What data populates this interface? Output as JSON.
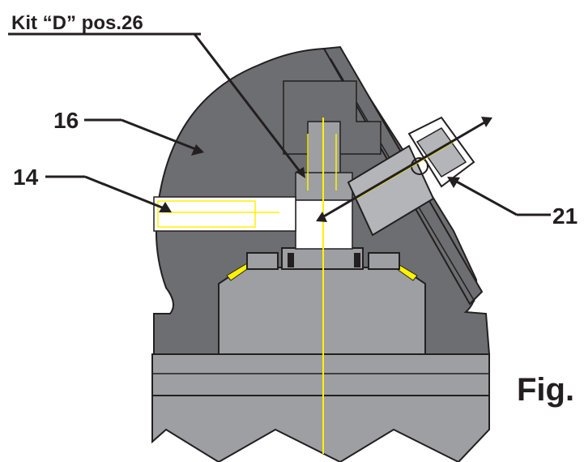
{
  "labels": {
    "kit": "Kit “D” pos.26",
    "part_16": "16",
    "part_14": "14",
    "part_21": "21",
    "fig": "Fig."
  },
  "colors": {
    "body_dark": "#6d6e71",
    "body_light": "#9d9fa2",
    "body_mid": "#b3b5b8",
    "highlight": "#fff200",
    "line": "#231f20",
    "white": "#ffffff"
  }
}
